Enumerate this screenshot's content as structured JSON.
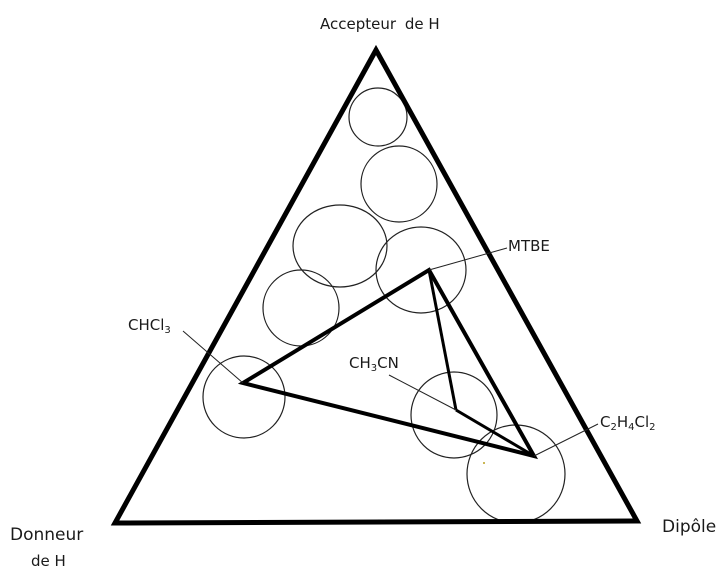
{
  "diagram": {
    "vertices": {
      "top": {
        "label_part1": "Accepteur",
        "label_part2": "de H"
      },
      "left": {
        "label_line1": "Donneur",
        "label_line2": "de H"
      },
      "right": {
        "label": "Dipôle"
      }
    },
    "solvents": [
      {
        "id": "chcl3",
        "base1": "CHCl",
        "sub1": "3"
      },
      {
        "id": "mtbe",
        "label": "MTBE"
      },
      {
        "id": "ch3cn",
        "base1": "CH",
        "sub1": "3",
        "base2": "CN"
      },
      {
        "id": "c2h4cl2",
        "base1": "C",
        "sub1": "2",
        "base2": "H",
        "sub2": "4",
        "base3": "Cl",
        "sub3": "2"
      }
    ],
    "colors": {
      "outline": "#000000",
      "circle": "#222222",
      "background": "#ffffff"
    }
  }
}
